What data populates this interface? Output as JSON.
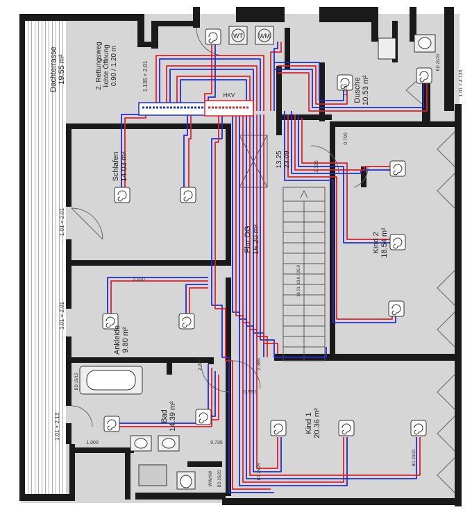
{
  "colors": {
    "wall": "#1a1a1a",
    "floor": "#d6d6d6",
    "terrace": "#ffffff",
    "hatch": "#555555",
    "supply": "#e0202a",
    "return": "#1f2fd1"
  },
  "rooms": {
    "terrace": {
      "name": "Dachterrasse",
      "area": "19.55 m²"
    },
    "escape": {
      "line1": "2. Rettungsweg",
      "line2": "lichte Öffnung",
      "line3": "0.90 / 1.20 m"
    },
    "sleep": {
      "name": "Schlafen",
      "area": "14.03 m²"
    },
    "hall": {
      "name": "Flur OG",
      "area": "16.20 m²"
    },
    "shower": {
      "name": "Dusche",
      "area": "10.53 m²"
    },
    "kid2": {
      "name": "Kind 2",
      "area": "18.54 m²"
    },
    "dress": {
      "name": "Ankleide",
      "area": "9.80 m²"
    },
    "bath": {
      "name": "Bad",
      "area": "14.39 m²"
    },
    "kid1": {
      "name": "Kind 1",
      "area": "20.36 m²"
    }
  },
  "appliances": {
    "tumbler": "WT",
    "washer": "WM"
  },
  "stair": {
    "riser": "13.25",
    "tread": "23.09",
    "steps": "16 St. 18.6 / 26.0"
  },
  "dimensions": {
    "d1": "1.01 × 2.01",
    "d2": "1.01 × 2.01",
    "d3": "1.01 × 2.13",
    "d4": "1.135 × 2.01",
    "d5": "2.910",
    "d6": "1.000",
    "d7": "0.735",
    "d8": "1.200",
    "d9": "0.700",
    "d10": "2.385",
    "d11": "2.385",
    "d12": "0.950",
    "d13": "2.135",
    "d14": "BD 20/20",
    "d15": "BD 25/25",
    "d16": "WW/KW",
    "d17": "BD 25/20",
    "d18": "BD 20/20",
    "d19": "BD 15/15",
    "d20": "1.01 × 4.135"
  },
  "distributor": {
    "label": "HKV"
  }
}
